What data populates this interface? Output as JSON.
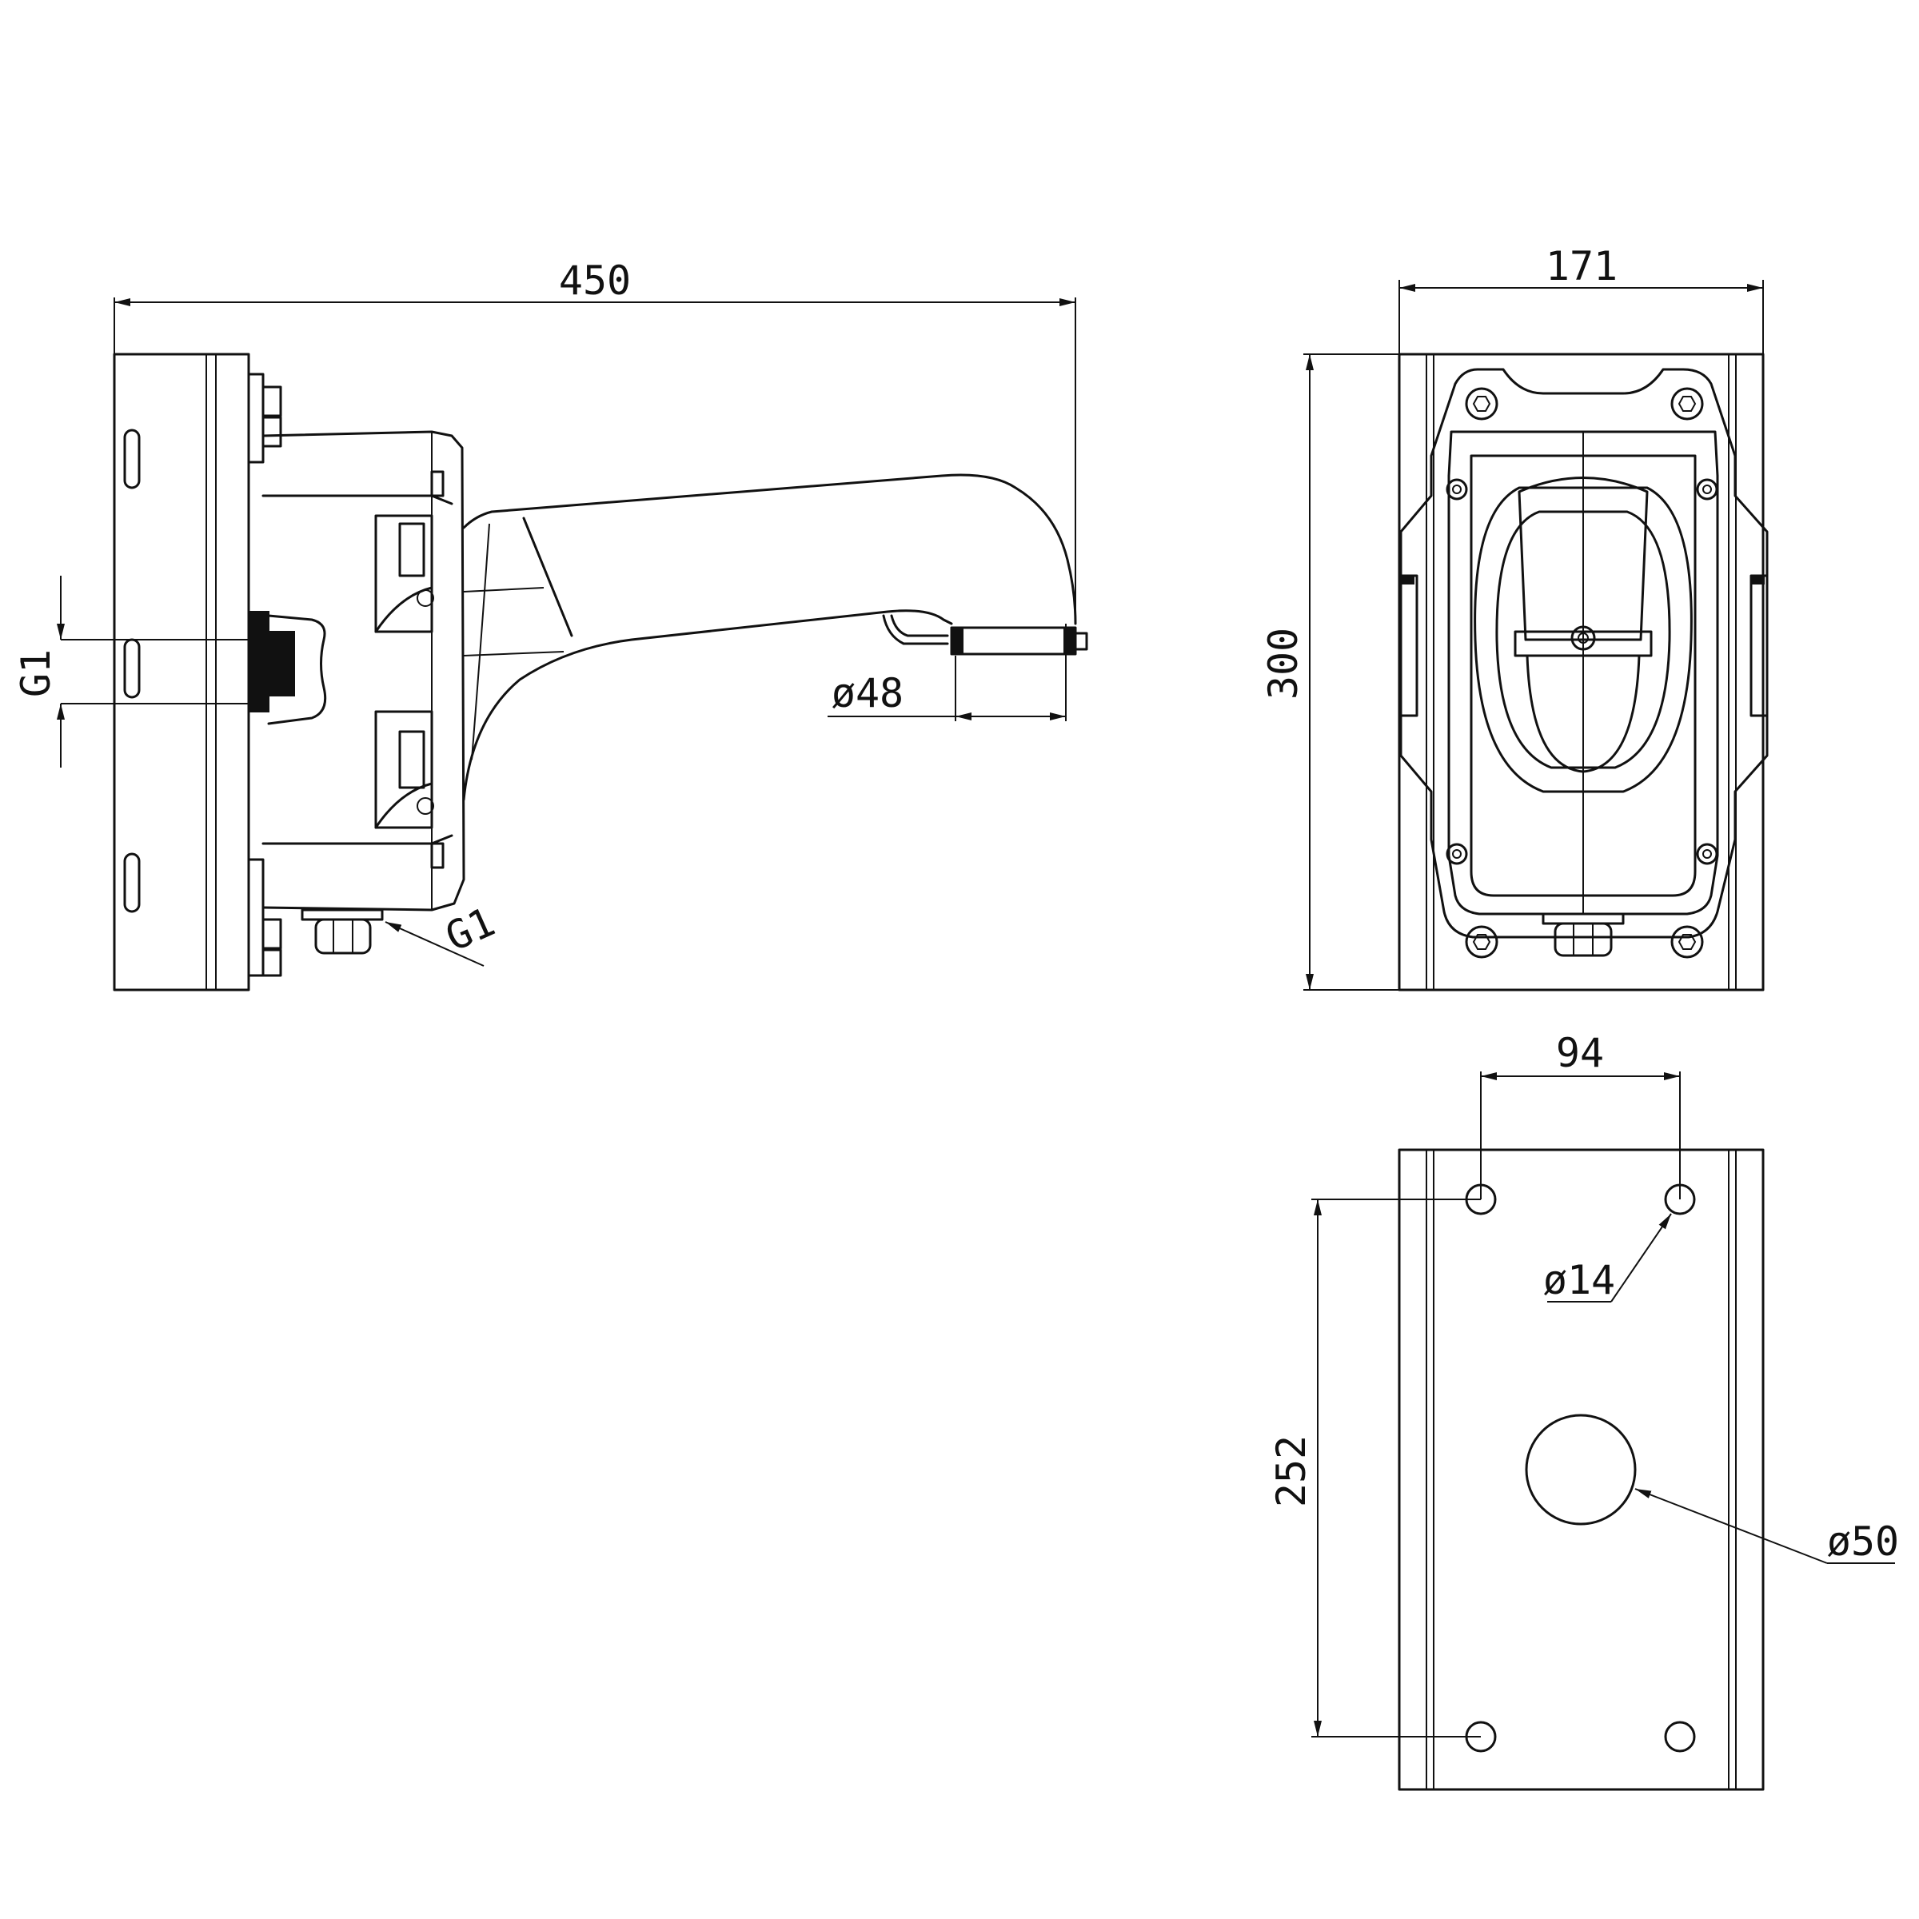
{
  "drawing": {
    "side_view": {
      "length_label": "450",
      "thread_label_left": "G1",
      "thread_label_bottom": "G1",
      "tube_diameter_label": "ø48"
    },
    "front_view": {
      "width_label": "171",
      "height_label": "300"
    },
    "plate_view": {
      "hole_spacing_label": "94",
      "hole_diameter_label": "ø14",
      "vertical_spacing_label": "252",
      "cable_hole_label": "ø50"
    }
  },
  "colors": {
    "line": "#111111",
    "background": "#ffffff"
  }
}
